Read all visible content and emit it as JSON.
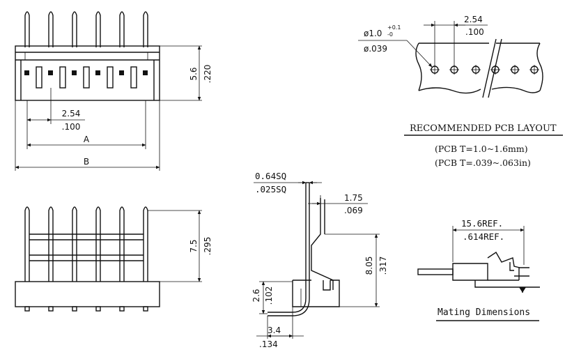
{
  "front_view": {
    "height_mm": "5.6",
    "height_in": ".220",
    "pitch_mm": "2.54",
    "pitch_in": ".100",
    "dim_a": "A",
    "dim_b": "B"
  },
  "bottom_view": {
    "height_mm": "7.5",
    "height_in": ".295"
  },
  "side_view": {
    "pin_mm": "0.64SQ",
    "pin_in": ".025SQ",
    "offset_mm": "1.75",
    "offset_in": ".069",
    "height_mm": "8.05",
    "height_in": ".317",
    "low_mm": "2.6",
    "low_in": ".102",
    "width_mm": "3.4",
    "width_in": ".134"
  },
  "pcb_layout": {
    "hole_mm": "ø1.0",
    "hole_tol_plus": "+0.1",
    "hole_tol_minus": "-0",
    "hole_in": "ø.039",
    "pitch_mm": "2.54",
    "pitch_in": ".100",
    "title": "RECOMMENDED PCB LAYOUT",
    "thickness_mm": "(PCB T=1.0~1.6mm)",
    "thickness_in": "(PCB T=.039~.063in)"
  },
  "mating": {
    "ref_mm": "15.6REF.",
    "ref_in": ".614REF.",
    "caption": "Mating Dimensions"
  }
}
